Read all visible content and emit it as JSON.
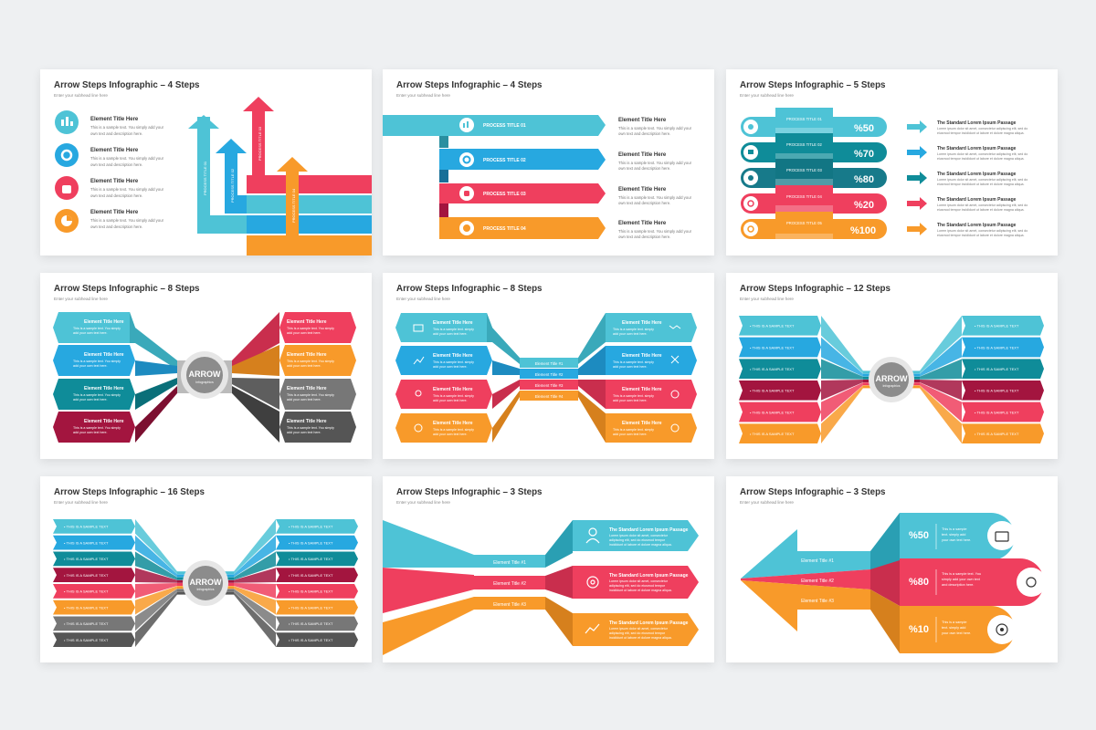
{
  "colors": {
    "cyan": "#4ec3d6",
    "blue": "#27a8e0",
    "teal": "#0f8c99",
    "red": "#ef3f5e",
    "orange": "#f89a2a",
    "maroon": "#a3153f",
    "grey": "#777777",
    "dark": "#555555",
    "circle": "#8c8c8c"
  },
  "common": {
    "subtitle": "Enter your subhead line here",
    "element_title": "Element Title Here",
    "sample_text": "This is a sample text. You simply add your own text and description here.",
    "sample_short": "This is a sample text. You simply add your own text here.",
    "step_text": "THIS IS A SAMPLE TEXT",
    "arrow_word": "ARROW",
    "arrow_sub": "Infographics",
    "lorem_title": "The Standard Lorem Ipsum Passage",
    "lorem_body": "Lorem ipsum dolor sit amet, consectetur adipiscing elit, sed do eiusmod tempor incididunt ut labore et dolore magna aliqua."
  },
  "slides": {
    "s1": {
      "title": "Arrow Steps Infographic – 4 Steps",
      "process_titles": [
        "PROCESS TITLE 01",
        "PROCESS TITLE 02",
        "PROCESS TITLE 03",
        "PROCESS TITLE 04"
      ]
    },
    "s2": {
      "title": "Arrow Steps Infographic – 4 Steps",
      "process_titles": [
        "PROCESS TITLE 01",
        "PROCESS TITLE 02",
        "PROCESS TITLE 03",
        "PROCESS TITLE 04"
      ]
    },
    "s3": {
      "title": "Arrow Steps Infographic – 5 Steps",
      "process_titles": [
        "PROCESS TITLE 01",
        "PROCESS TITLE 02",
        "PROCESS TITLE 03",
        "PROCESS TITLE 04",
        "PROCESS TITLE 05"
      ],
      "percents": [
        "%50",
        "%70",
        "%80",
        "%20",
        "%100"
      ]
    },
    "s4": {
      "title": "Arrow Steps Infographic – 8 Steps"
    },
    "s5": {
      "title": "Arrow Steps Infographic – 8 Steps",
      "center_labels": [
        "Element Title #1",
        "Element Title #2",
        "Element Title #3",
        "Element Title #4"
      ]
    },
    "s6": {
      "title": "Arrow Steps Infographic – 12 Steps"
    },
    "s7": {
      "title": "Arrow Steps Infographic – 16 Steps"
    },
    "s8": {
      "title": "Arrow Steps Infographic – 3 Steps",
      "labels": [
        "Element Title #1",
        "Element Title #2",
        "Element Title #3"
      ]
    },
    "s9": {
      "title": "Arrow Steps Infographic – 3 Steps",
      "labels": [
        "Element Title #1",
        "Element Title #2",
        "Element Title #3"
      ],
      "percents": [
        "%50",
        "%80",
        "%10"
      ],
      "texts": [
        "This is a sample text. You simply add your own text here.",
        "This is a sample text. You simply add your own text and description here.",
        "This is a sample text. You simply add your own text here."
      ]
    }
  }
}
